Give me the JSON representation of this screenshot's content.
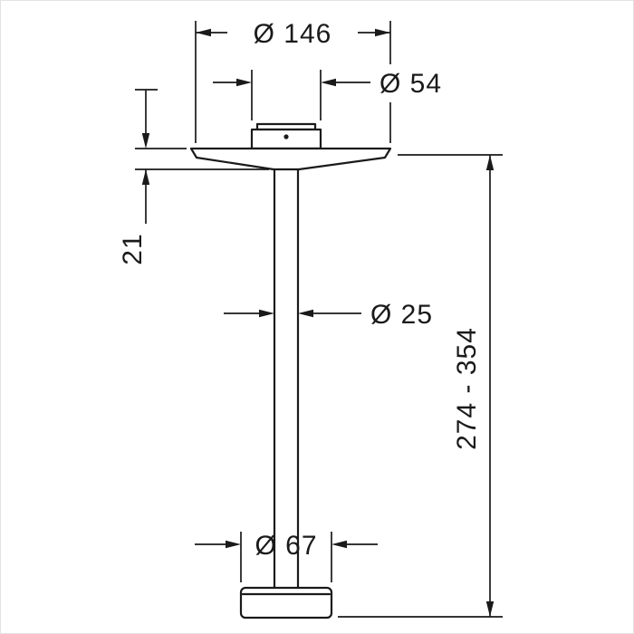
{
  "drawing": {
    "type": "technical dimension drawing",
    "subject": "ceiling-mounted shower arm connector",
    "background": "#ffffff",
    "line_color": "#1a1a1a",
    "dimensions": {
      "top_diameter": "Ø 146",
      "cap_diameter": "Ø 54",
      "plate_height": "21",
      "pipe_diameter": "Ø 25",
      "length_range": "274 - 354",
      "bottom_diameter": "Ø 67"
    }
  }
}
